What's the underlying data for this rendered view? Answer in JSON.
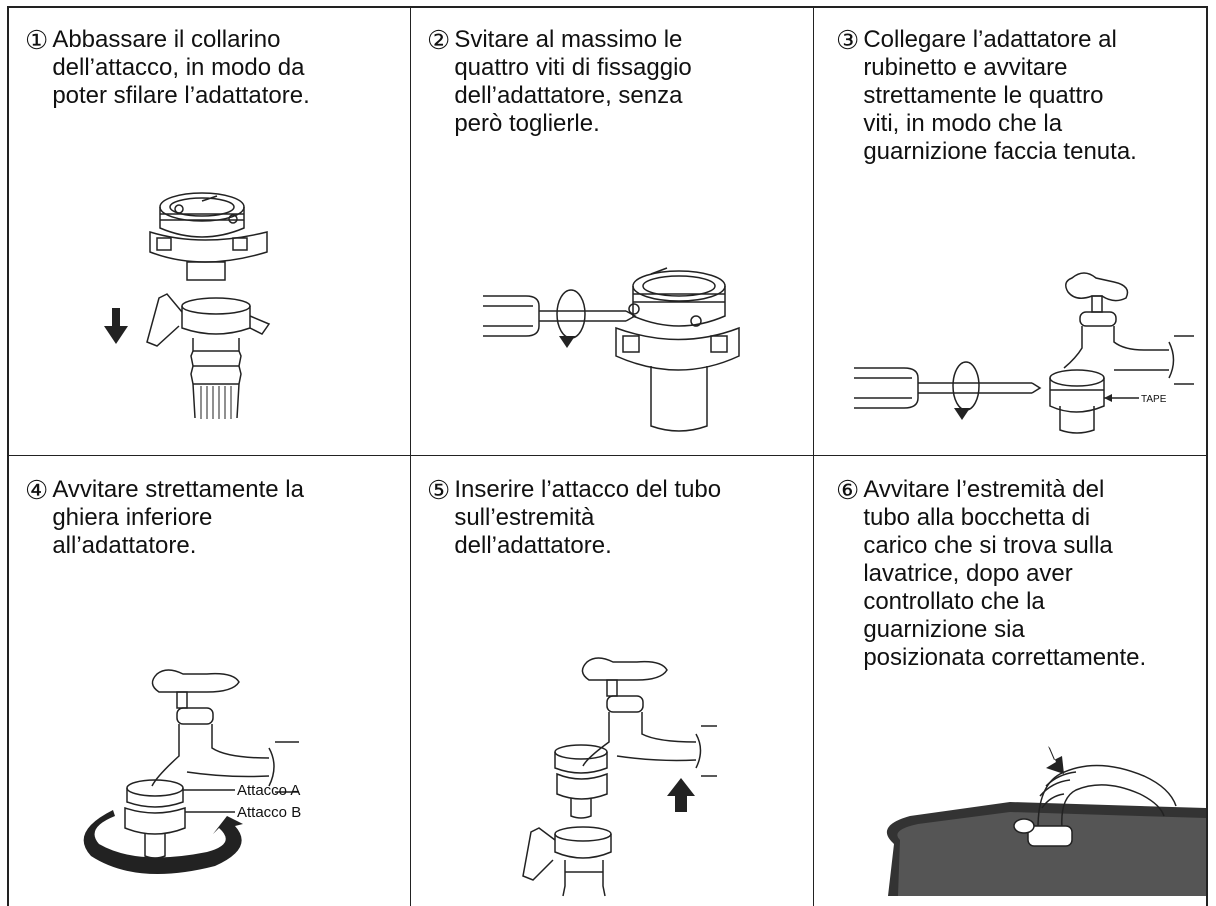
{
  "steps": [
    {
      "num": "①",
      "text": "Abbassare il collarino\ndell’attacco, in modo da\npoter sfilare l’adattatore."
    },
    {
      "num": "②",
      "text": "Svitare al massimo le\nquattro viti di fissaggio\ndell’adattatore, senza\nperò toglierle."
    },
    {
      "num": "③",
      "text": "Collegare l’adattatore al\nrubinetto e avvitare\nstrettamente le quattro\nviti, in modo che la\nguarnizione faccia tenuta."
    },
    {
      "num": "④",
      "text": "Avvitare strettamente la\nghiera inferiore\nall’adattatore."
    },
    {
      "num": "⑤",
      "text": "Inserire l’attacco del tubo\nsull’estremità\ndell’adattatore."
    },
    {
      "num": "⑥",
      "text": "Avvitare l’estremità del\ntubo alla bocchetta di\ncarico che si trova sulla\nlavatrice, dopo aver\ncontrollato che la\nguarnizione sia\nposizionata correttamente."
    }
  ],
  "labels": {
    "tape": "TAPE",
    "attacco_a": "Attacco A",
    "attacco_b": "Attacco B"
  },
  "colors": {
    "line": "#222222",
    "fill_dark": "#333333"
  }
}
